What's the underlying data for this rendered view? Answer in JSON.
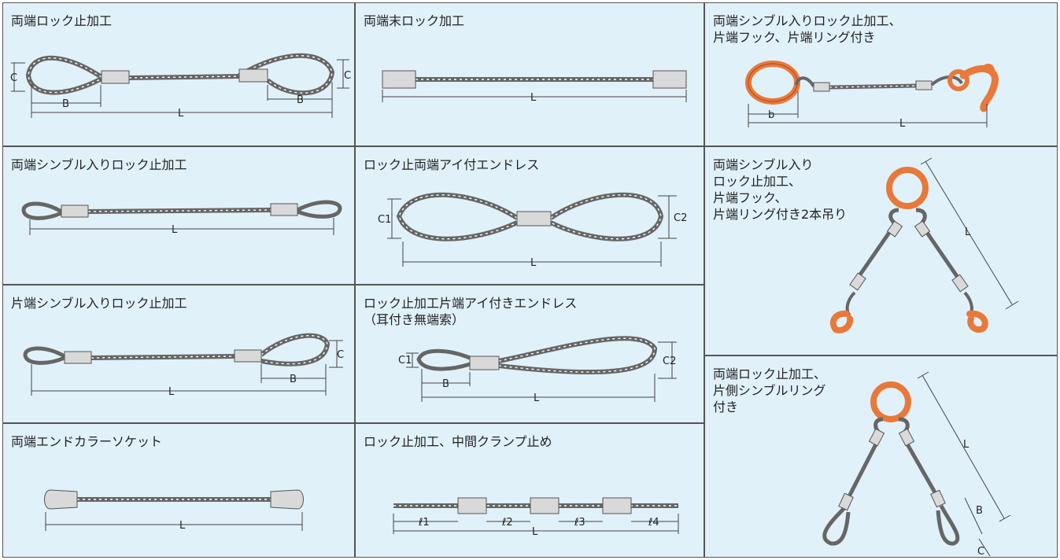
{
  "colors": {
    "background": "#e1f1fa",
    "border": "#555555",
    "rope": "#777777",
    "sleeve": "#d9d9d9",
    "fitting_orange": "#e8793a"
  },
  "cells": [
    {
      "id": "c1",
      "title": "両端ロック止加工",
      "dims": [
        "C",
        "B",
        "L",
        "B",
        "C"
      ]
    },
    {
      "id": "c2",
      "title": "両端末ロック加工",
      "dims": [
        "L"
      ]
    },
    {
      "id": "c3",
      "title": "両端シンブル入りロック止加工、\n片端フック、片端リング付き",
      "dims": [
        "b",
        "L"
      ]
    },
    {
      "id": "c4",
      "title": "両端シンブル入りロック止加工",
      "dims": [
        "L"
      ]
    },
    {
      "id": "c5",
      "title": "ロック止両端アイ付エンドレス",
      "dims": [
        "C1",
        "C2",
        "L"
      ]
    },
    {
      "id": "c6",
      "title": "両端シンブル入り\nロック止加工、\n片端フック、\n片端リング付き2本吊り",
      "dims": [
        "L"
      ]
    },
    {
      "id": "c7",
      "title": "片端シンブル入りロック止加工",
      "dims": [
        "C",
        "B",
        "L"
      ]
    },
    {
      "id": "c8",
      "title": "ロック止加工片端アイ付きエンドレス\n（耳付き無端索）",
      "dims": [
        "C1",
        "B",
        "L",
        "C2"
      ]
    },
    {
      "id": "c9",
      "title": "両端ロック止加工、\n片側シンブルリング\n付き",
      "dims": [
        "L",
        "B",
        "C"
      ]
    },
    {
      "id": "c10",
      "title": "両端エンドカラーソケット",
      "dims": [
        "L"
      ]
    },
    {
      "id": "c11",
      "title": "ロック止加工、中間クランプ止め",
      "dims": [
        "ℓ1",
        "ℓ2",
        "ℓ3",
        "ℓ4",
        "L"
      ]
    }
  ]
}
